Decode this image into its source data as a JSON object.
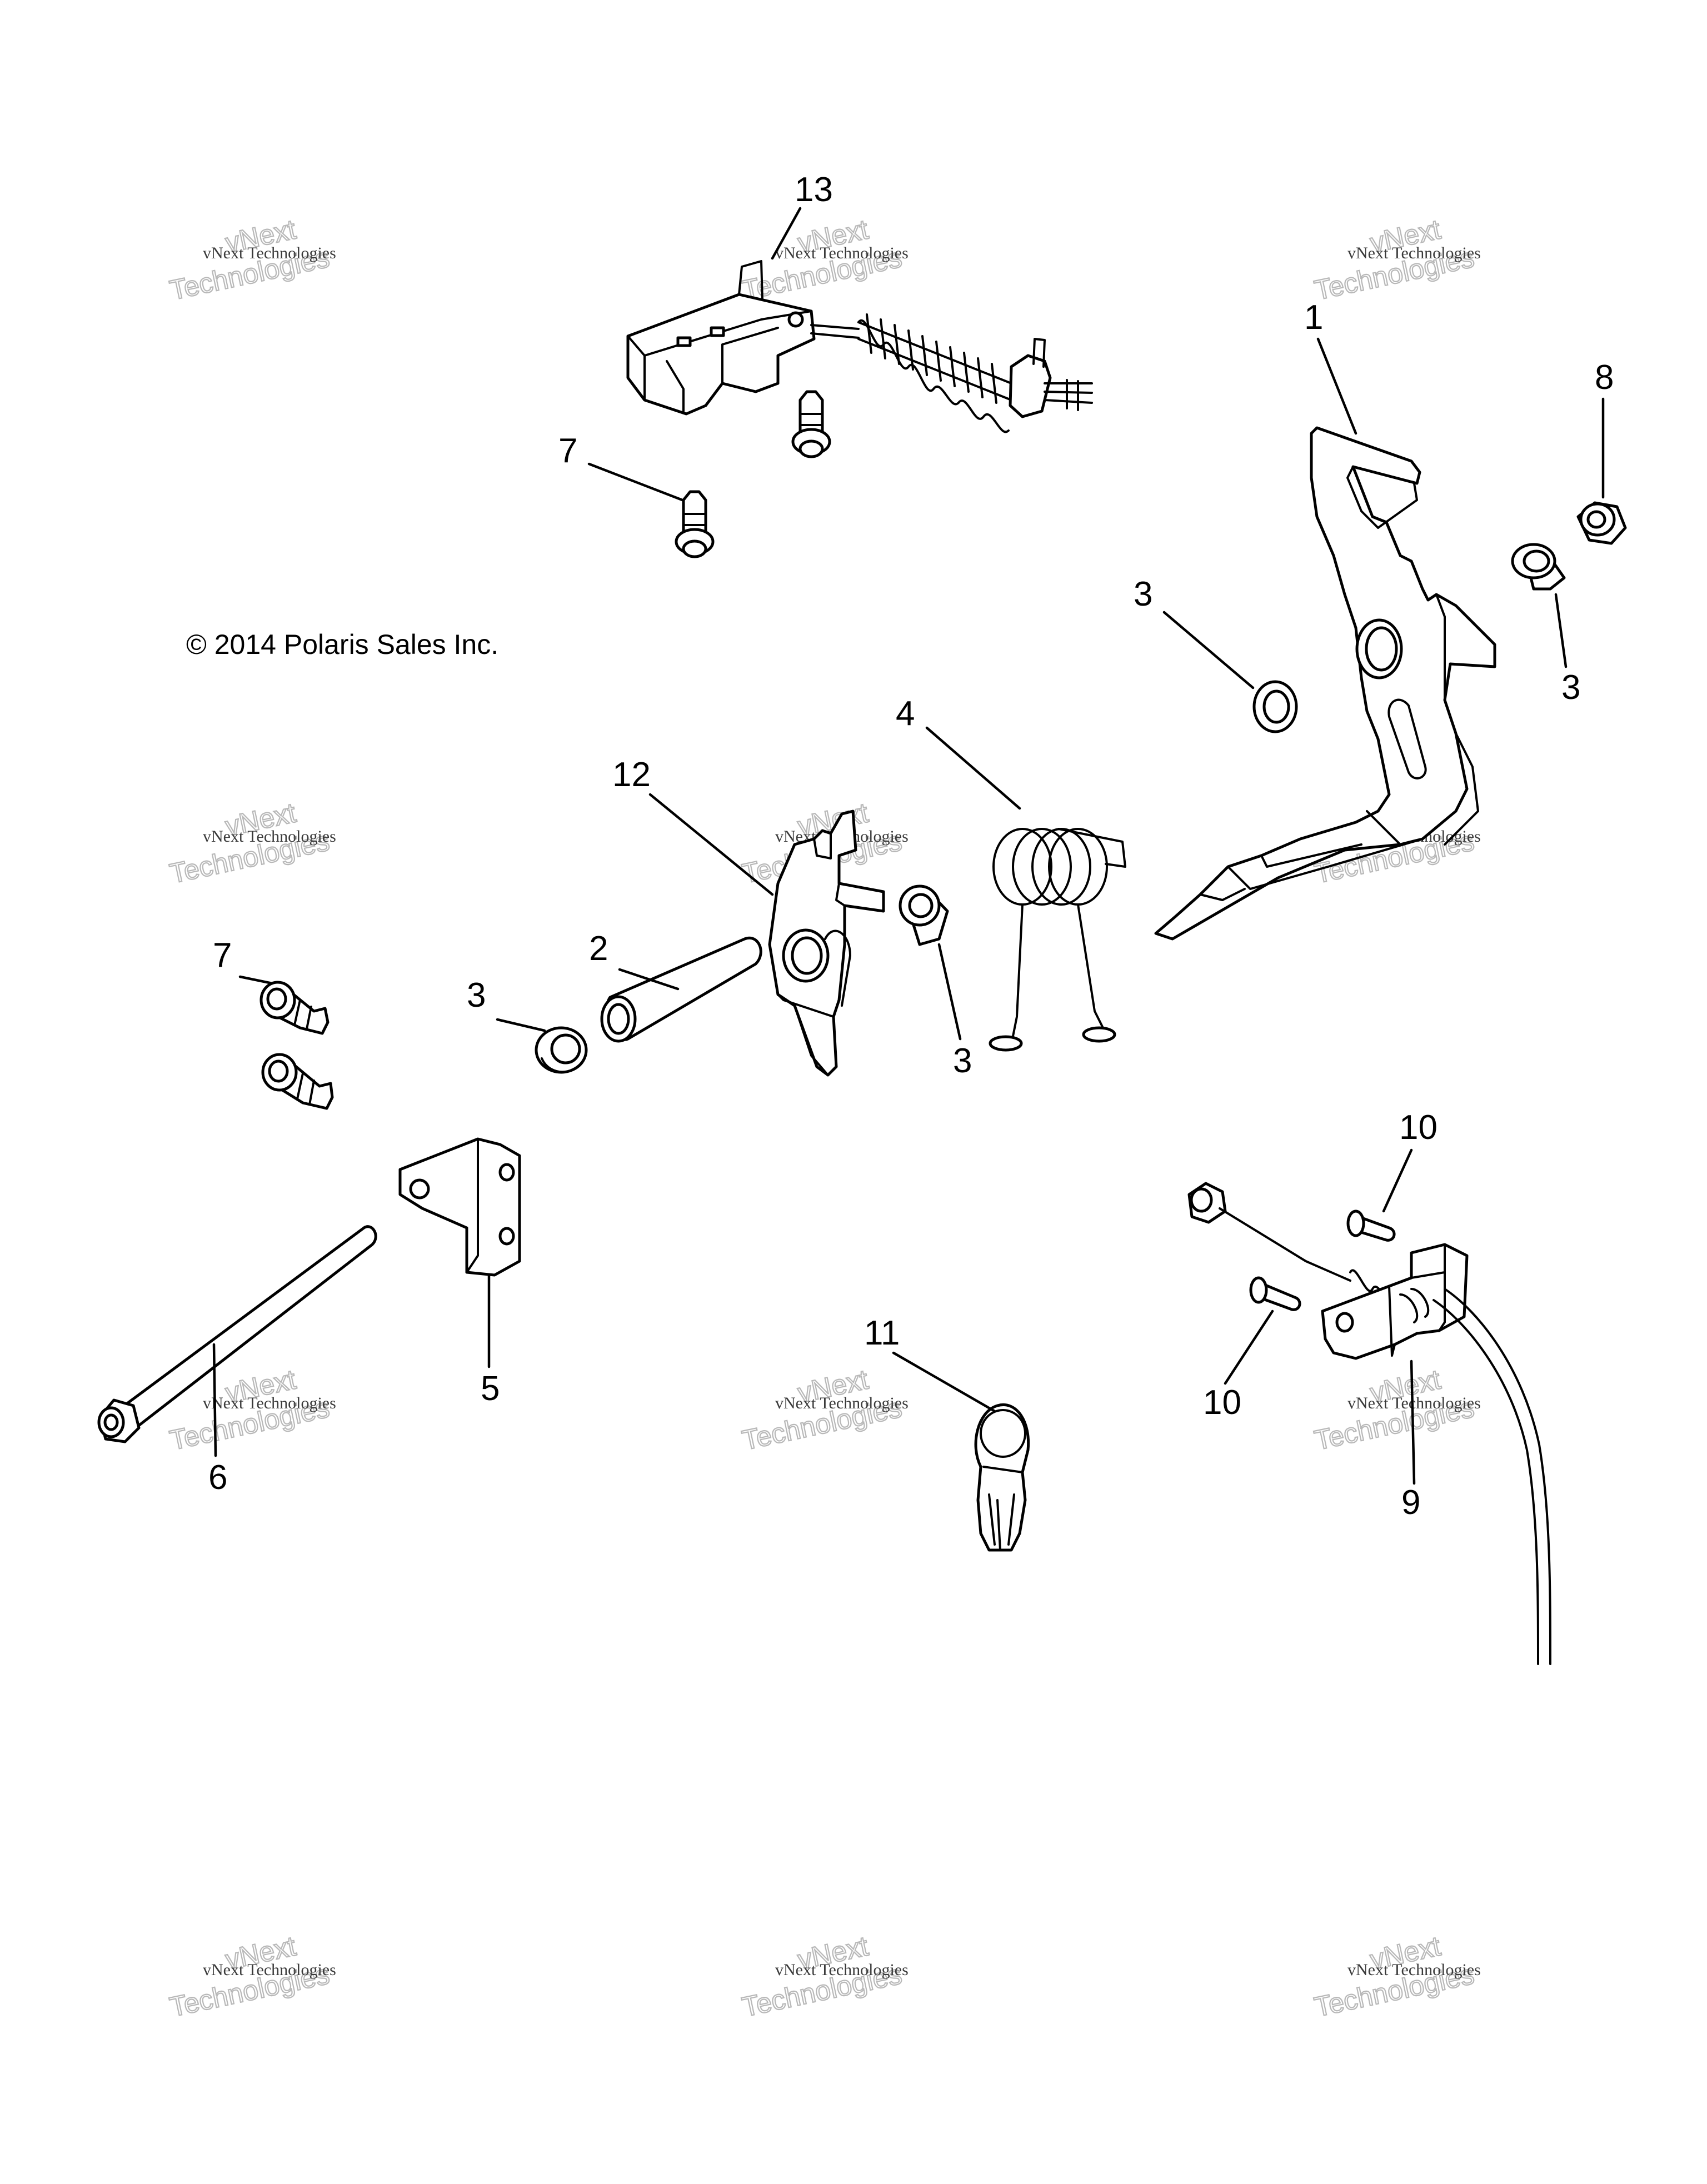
{
  "copyright": "© 2014 Polaris Sales Inc.",
  "watermark": {
    "line1": "vNext",
    "line2": "Technologies",
    "small": "vNext Technologies"
  },
  "callouts": [
    "1",
    "2",
    "3",
    "4",
    "5",
    "6",
    "7",
    "8",
    "9",
    "10",
    "11",
    "12",
    "13"
  ],
  "colors": {
    "ink": "#000000",
    "watermark": "#b8b8b8",
    "background": "#ffffff"
  }
}
